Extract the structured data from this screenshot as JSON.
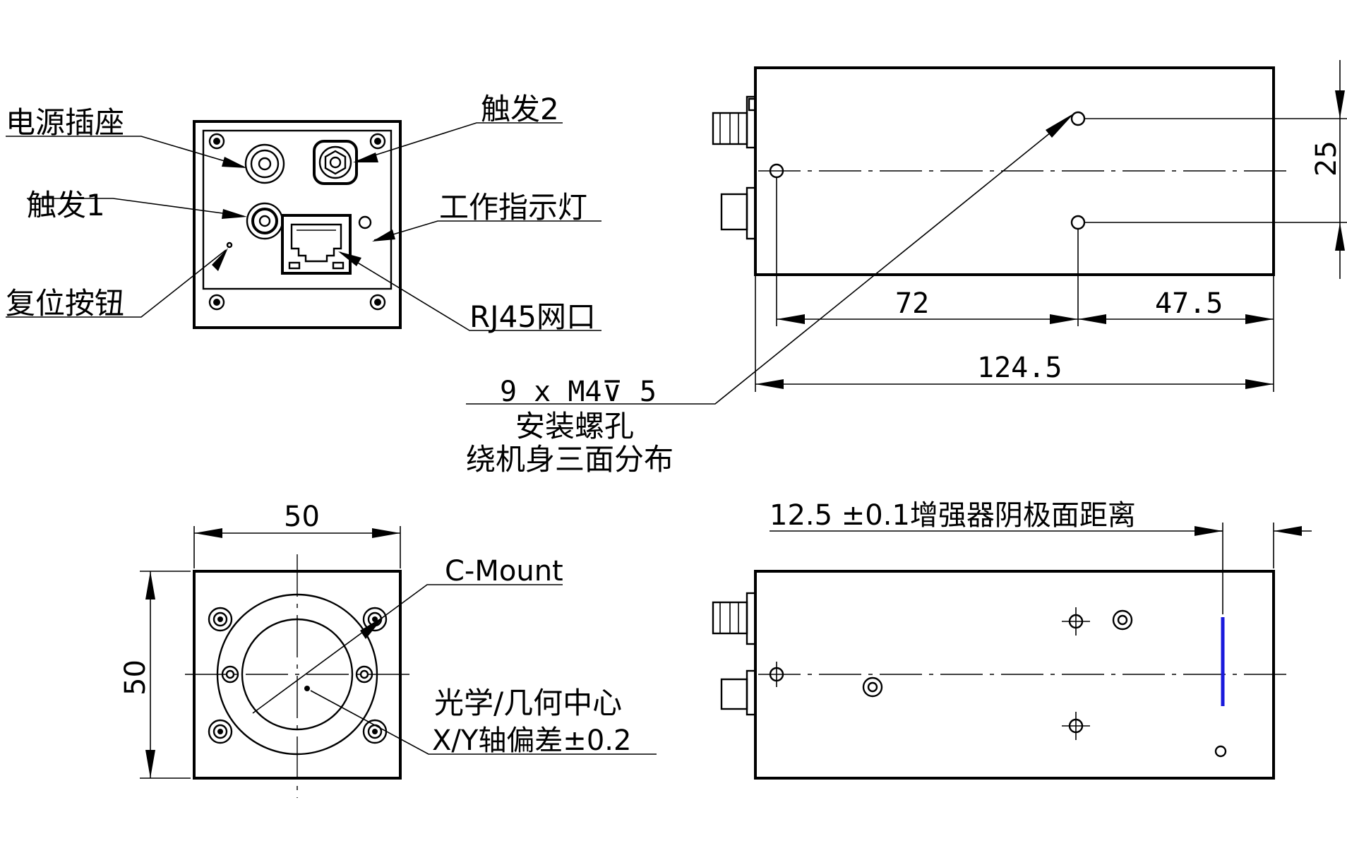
{
  "rear_view": {
    "labels": {
      "power_socket": "电源插座",
      "trigger1": "触发1",
      "reset_button": "复位按钮",
      "trigger2": "触发2",
      "status_light": "工作指示灯",
      "rj45": "RJ45网口"
    }
  },
  "top_view": {
    "dim_25": "25",
    "dim_72": "72",
    "dim_47_5": "47.5",
    "dim_124_5": "124.5",
    "screw_spec": "9 x M4⊽ 5",
    "screw_desc_1": "安装螺孔",
    "screw_desc_2": "绕机身三面分布"
  },
  "front_view": {
    "dim_width": "50",
    "dim_height": "50",
    "mount_label": "C-Mount",
    "center_label_1": "光学/几何中心",
    "center_label_2": "X/Y轴偏差±0.2"
  },
  "side_view": {
    "cathode_label": "12.5 ±0.1增强器阴极面距离",
    "cathode_marker_color": "#1a1adc"
  }
}
